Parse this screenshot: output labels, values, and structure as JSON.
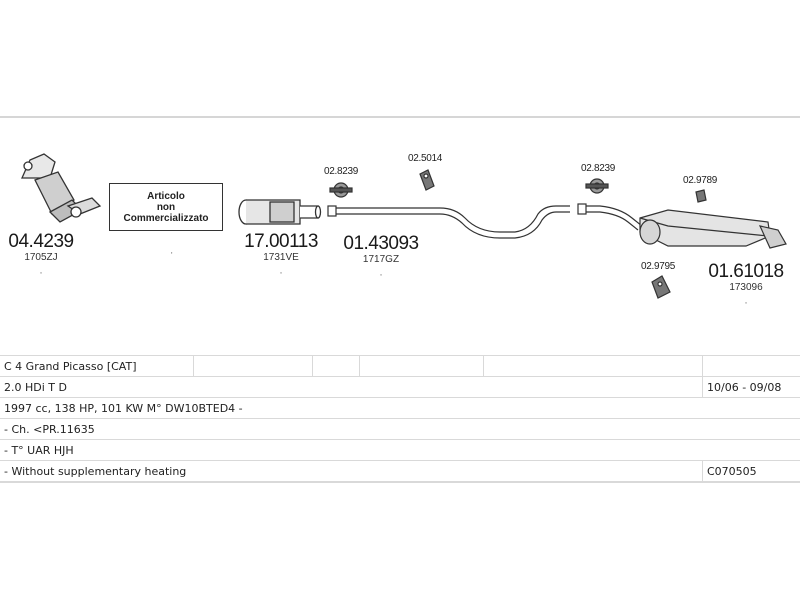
{
  "diagram": {
    "parts": [
      {
        "number": "04.4239",
        "ref": "1705ZJ"
      },
      {
        "number": "17.00113",
        "ref": "1731VE"
      },
      {
        "number": "01.43093",
        "ref": "1717GZ"
      },
      {
        "number": "01.61018",
        "ref": "173096"
      }
    ],
    "fittings": [
      "02.8239",
      "02.5014",
      "02.8239",
      "02.9789",
      "02.9795"
    ],
    "not_available_note": [
      "Articolo",
      "non",
      "Commercializzato"
    ]
  },
  "info_table": {
    "model": "C 4 Grand Picasso  [CAT]",
    "engine": "2.0 HDi T D",
    "years": "10/06 - 09/08",
    "spec": "1997 cc, 138 HP, 101 KW M° DW10BTED4 -",
    "chassis": "- Ch. <PR.11635",
    "type": "- T° UAR HJH",
    "heating": "- Without supplementary heating",
    "code": "C070505"
  }
}
